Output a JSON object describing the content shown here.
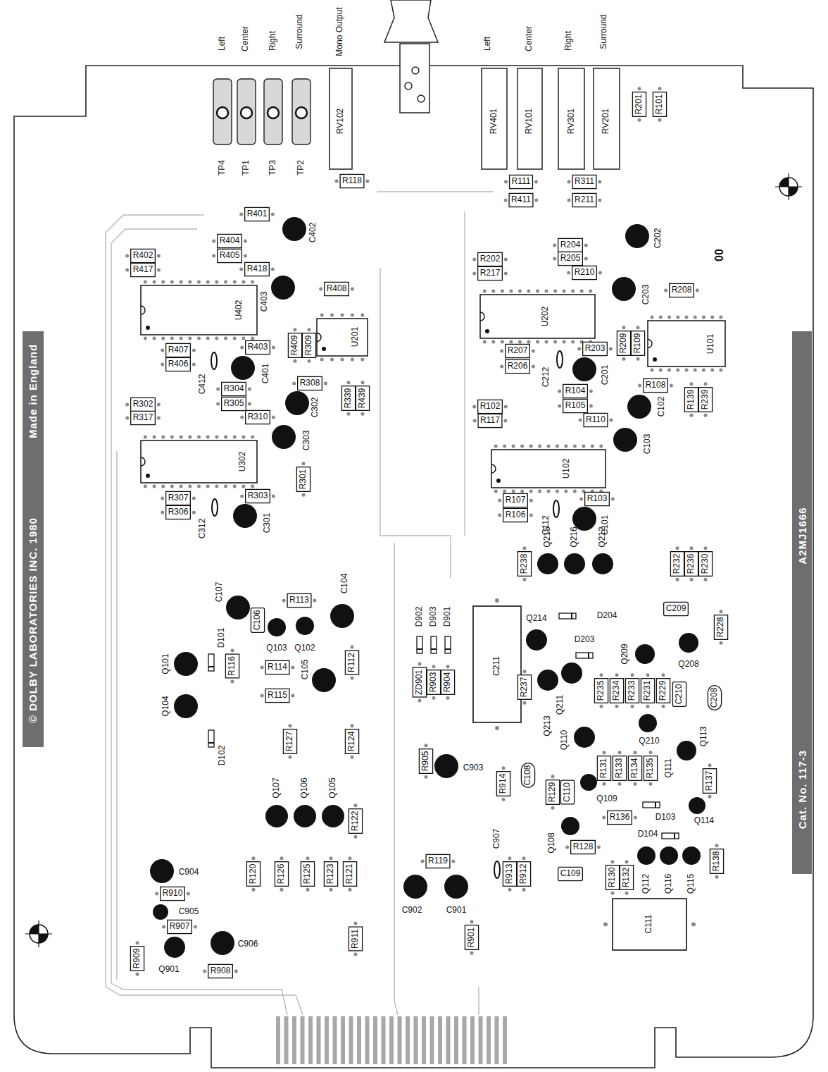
{
  "diagram": {
    "labels": [
      "Left",
      "Center",
      "Right",
      "Surround",
      "Mono Output",
      "Left",
      "Center",
      "Right",
      "Surround",
      "TP4",
      "TP1",
      "TP3",
      "TP2",
      "RV102",
      "RV401",
      "RV101",
      "RV301",
      "RV201",
      "R201",
      "R101",
      "R118",
      "R111",
      "R311",
      "R411",
      "R211",
      "R401",
      "C402",
      "R404",
      "R405",
      "R402",
      "R417",
      "R418",
      "C403",
      "R408",
      "U402",
      "U201",
      "R409",
      "R309",
      "R407",
      "R406",
      "C412",
      "R403",
      "C401",
      "R304",
      "R305",
      "R308",
      "C302",
      "R339",
      "R439",
      "R310",
      "R302",
      "R317",
      "C303",
      "U302",
      "R301",
      "R307",
      "R306",
      "R303",
      "C312",
      "C301",
      "C202",
      "00",
      "R204",
      "R205",
      "R202",
      "R217",
      "R210",
      "C203",
      "R208",
      "U202",
      "U101",
      "R209",
      "R109",
      "R207",
      "R206",
      "R203",
      "C201",
      "C212",
      "R104",
      "R105",
      "R108",
      "C102",
      "R139",
      "R239",
      "R102",
      "R117",
      "R110",
      "C103",
      "U102",
      "R107",
      "R106",
      "R103",
      "C112",
      "C101",
      "C107",
      "C106",
      "R113",
      "Q103",
      "Q102",
      "C104",
      "Q101",
      "D101",
      "R116",
      "R114",
      "C105",
      "R112",
      "R115",
      "Q104",
      "D102",
      "R127",
      "R124",
      "Q107",
      "Q106",
      "Q105",
      "R122",
      "R120",
      "R126",
      "R125",
      "R123",
      "R121",
      "C904",
      "R910",
      "C905",
      "R907",
      "Q901",
      "C906",
      "R908",
      "R909",
      "R911",
      "D902",
      "D903",
      "D901",
      "ZD901",
      "R903",
      "R904",
      "C211",
      "R905",
      "C903",
      "R914",
      "C108",
      "R119",
      "C902",
      "C901",
      "R901",
      "C907",
      "R913",
      "R912",
      "C109",
      "R238",
      "Q215",
      "Q216",
      "Q212",
      "D204",
      "Q214",
      "D203",
      "R232",
      "R236",
      "R230",
      "R228",
      "C209",
      "Q209",
      "Q208",
      "C210",
      "C208",
      "R229",
      "R231",
      "R233",
      "R234",
      "R235",
      "Q211",
      "R237",
      "Q213",
      "Q210",
      "Q110",
      "R131",
      "R133",
      "R134",
      "R135",
      "Q111",
      "Q113",
      "R137",
      "R129",
      "C110",
      "Q109",
      "D103",
      "Q114",
      "Q108",
      "R136",
      "D104",
      "R128",
      "R130",
      "R132",
      "Q112",
      "Q116",
      "Q115",
      "R138",
      "C111",
      "© DOLBY LABORATORIES INC. 1980",
      "Made in England",
      "Cat. No. 117-3",
      "A2MJ1666"
    ]
  }
}
